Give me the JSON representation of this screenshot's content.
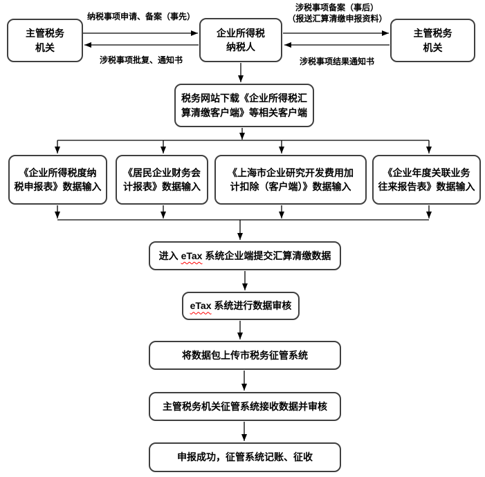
{
  "diagram": {
    "kind": "flowchart",
    "colors": {
      "background": "#ffffff",
      "box_border": "#3f3f3f",
      "text": "#000000",
      "arrow": "#000000",
      "spellcheck_underline": "#ff0000"
    },
    "nodes": {
      "auth_left": {
        "lines": [
          "主管税务",
          "机关"
        ]
      },
      "taxpayer": {
        "lines": [
          "企业所得税",
          "纳税人"
        ]
      },
      "auth_right": {
        "lines": [
          "主管税务",
          "机关"
        ]
      },
      "download": {
        "lines": [
          "税务网站下载《企业所得税汇",
          "算清缴客户端》等相关客户端"
        ]
      },
      "input1": {
        "lines": [
          "《企业所得税度纳",
          "税申报表》数据输入"
        ]
      },
      "input2": {
        "lines": [
          "《居民企业财务会",
          "计报表》数据输入"
        ]
      },
      "input3": {
        "lines": [
          "《上海市企业研究开发费用加",
          "计扣除（客户端）》数据输入"
        ]
      },
      "input4": {
        "lines": [
          "《企业年度关联业务",
          "往来报告表》数据输入"
        ]
      },
      "submit": {
        "parts": [
          "进入 ",
          "eTax",
          " 系统企业端提交汇算清缴数据"
        ]
      },
      "review": {
        "parts": [
          "eTax",
          " 系统进行数据审核"
        ]
      },
      "upload": {
        "text": "将数据包上传市税务征管系统"
      },
      "receive": {
        "text": "主管税务机关征管系统接收数据并审核"
      },
      "success": {
        "text": "申报成功，征管系统记账、征收"
      }
    },
    "edge_labels": {
      "apply": "纳税事项申请、备案（事先）",
      "reply": "涉税事项批复、通知书",
      "record_line1": "涉税事项备案（事后）",
      "record_line2": "（报送汇算清缴申报资料）",
      "result": "涉税事项结果通知书"
    }
  }
}
